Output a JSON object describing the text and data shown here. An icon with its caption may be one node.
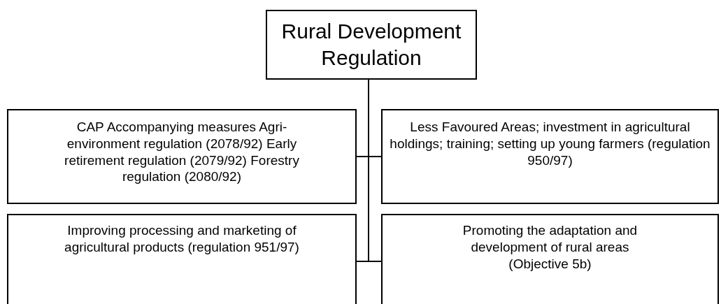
{
  "diagram": {
    "nodes": [
      {
        "text": [
          "Rural Development Regulation"
        ]
      },
      {
        "text": [
          "CAP Accompanying measures Agri-environment regulation (2078/92) Early retirement regulation (2079/92) Forestry regulation (2080/92)"
        ]
      },
      {
        "text": [
          "Less Favoured Areas; investment in agricultural holdings; training; setting up young farmers (regulation 950/97)"
        ]
      },
      {
        "text": [
          "Improving processing and marketing of agricultural products (regulation 951/97)"
        ]
      },
      {
        "text": [
          "Promoting the adaptation and development of rural areas (Objective 5b)"
        ]
      }
    ],
    "edges": [
      {
        "from": 0,
        "to": 1,
        "arrow": "none"
      },
      {
        "from": 0,
        "to": 2,
        "arrow": "none"
      },
      {
        "from": 0,
        "to": 3,
        "arrow": "none"
      },
      {
        "from": 0,
        "to": 4,
        "arrow": "none"
      }
    ]
  }
}
